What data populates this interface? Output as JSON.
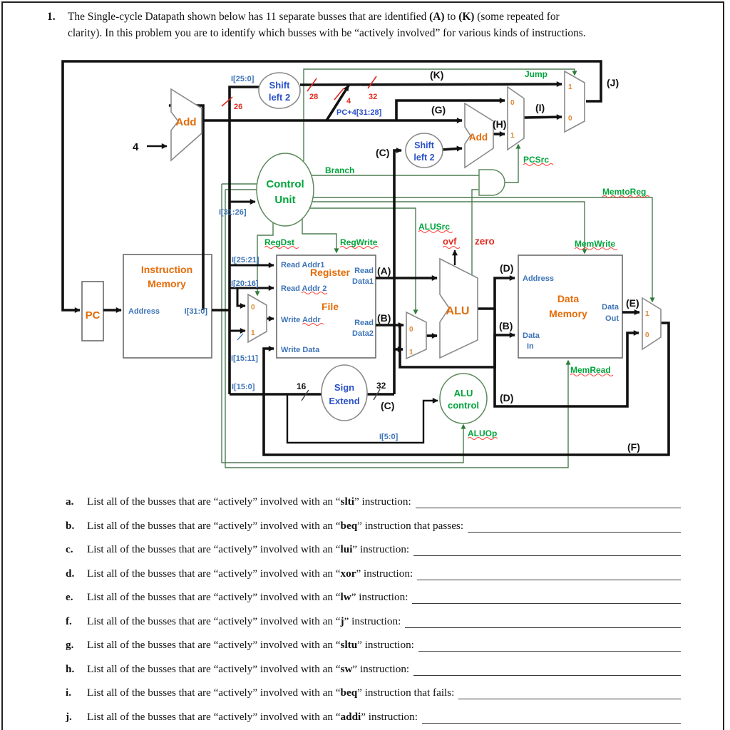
{
  "header": {
    "num": "1.",
    "s1": "The Single-cycle Datapath shown below has 11 separate busses that are identified ",
    "b1": "(A)",
    "s2": " to ",
    "b2": "(K)",
    "s3": " (some repeated for",
    "s4": "clarity). In this problem you are to identify which busses with be “actively involved” for various kinds of instructions."
  },
  "diagram": {
    "pc": "PC",
    "imem": {
      "t1": "Instruction",
      "t2": "Memory",
      "address": "Address",
      "out": "I[31:0]"
    },
    "regfile": {
      "t1": "Register",
      "t2": "File",
      "ra1": "Read Addr1",
      "ra2": "Read Addr 2",
      "wa": "Write Addr",
      "wd": "Write Data",
      "rd1a": "Read",
      "rd1b": "Data1",
      "rd2a": "Read",
      "rd2b": "Data2"
    },
    "dmem": {
      "t1": "Data",
      "t2": "Memory",
      "address": "Address",
      "din1": "Data",
      "din2": "In",
      "dout1": "Data",
      "dout2": "Out"
    },
    "adders": {
      "add1": "Add",
      "add2": "Add",
      "alu": "ALU"
    },
    "ovals": {
      "shift1a": "Shift",
      "shift1b": "left 2",
      "shift2a": "Shift",
      "shift2b": "left 2",
      "cu1": "Control",
      "cu2": "Unit",
      "se1": "Sign",
      "se2": "Extend",
      "ac1": "ALU",
      "ac2": "control"
    },
    "ctrl": {
      "jump": "Jump",
      "branch": "Branch",
      "pcsrc": "PCSrc",
      "memtoreg": "MemtoReg",
      "memwrite": "MemWrite",
      "memread": "MemRead",
      "aluop": "ALUOp",
      "regdst": "RegDst",
      "regwrite": "RegWrite",
      "alusrc": "ALUSrc"
    },
    "flags": {
      "ovf": "ovf",
      "zero": "zero"
    },
    "bus": {
      "a": "(A)",
      "b": "(B)",
      "c": "(C)",
      "d": "(D)",
      "e": "(E)",
      "f": "(F)",
      "g": "(G)",
      "h": "(H)",
      "i": "(I)",
      "j": "(J)",
      "k": "(K)"
    },
    "fields": {
      "i25_0": "I[25:0]",
      "i31_26": "I[31:26]",
      "i25_21": "I[25:21]",
      "i20_16": "I[20:16]",
      "i15_11": "I[15:11]",
      "i15_0": "I[15:0]",
      "i5_0": "I[5:0]",
      "pc4": "PC+4[31:28]"
    },
    "widths": {
      "w26": "26",
      "w28": "28",
      "w4": "4",
      "w32": "32",
      "w16": "16",
      "w32b": "32"
    },
    "const_four": "4",
    "mux": {
      "zero": "0",
      "one": "1"
    }
  },
  "questions": [
    {
      "letter": "a.",
      "before": "List all of the busses that are “actively” involved with an “",
      "instr": "slti",
      "after": "” instruction:"
    },
    {
      "letter": "b.",
      "before": "List all of the busses that are “actively” involved with an “",
      "instr": "beq",
      "after": "” instruction that passes:"
    },
    {
      "letter": "c.",
      "before": "List all of the busses that are “actively” involved with an “",
      "instr": "lui",
      "after": "” instruction:"
    },
    {
      "letter": "d.",
      "before": "List all of the busses that are “actively” involved with an “",
      "instr": "xor",
      "after": "” instruction:"
    },
    {
      "letter": "e.",
      "before": "List all of the busses that are “actively” involved with an “",
      "instr": "lw",
      "after": "” instruction:"
    },
    {
      "letter": "f.",
      "before": "List all of the busses that are “actively” involved with an “",
      "instr": "j",
      "after": "” instruction:"
    },
    {
      "letter": "g.",
      "before": "List all of the busses that are “actively” involved with an “",
      "instr": "sltu",
      "after": "” instruction:"
    },
    {
      "letter": "h.",
      "before": "List all of the busses that are “actively” involved with an “",
      "instr": "sw",
      "after": "” instruction:"
    },
    {
      "letter": "i.",
      "before": "List all of the busses that are “actively” involved with an “",
      "instr": "beq",
      "after": "” instruction that fails:"
    },
    {
      "letter": "j.",
      "before": "List all of the busses that are “actively” involved with an “",
      "instr": "addi",
      "after": "” instruction:"
    }
  ]
}
